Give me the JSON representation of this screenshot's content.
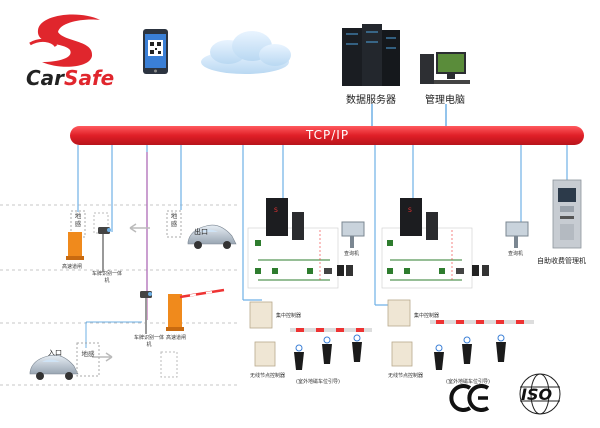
{
  "brand": {
    "name_prefix": "Car",
    "name_suffix": "Safe"
  },
  "network": {
    "bus_label": "TCP/IP"
  },
  "top_nodes": {
    "server": "数据服务器",
    "pc": "管理电脑"
  },
  "exit_lane": {
    "sensor_left": "地感",
    "sensor_right": "地感",
    "exit_label": "出口",
    "barrier_label": "高速道闸",
    "camera_label": "车牌识别一体机"
  },
  "entry_lane": {
    "entry_label": "入口",
    "sensor_label": "地感",
    "camera_label": "车牌识别一体机",
    "barrier_label": "高速道闸"
  },
  "group_left": {
    "terminal_label": "查询机",
    "controller_label": "集中控制器",
    "wireless_label": "无线节点控制器",
    "caption": "(室外地磁车位引导)"
  },
  "group_right": {
    "terminal_label": "查询机",
    "controller_label": "集中控制器",
    "wireless_label": "无线节点控制器",
    "caption": "(室外地磁车位引导)"
  },
  "kiosk": {
    "label": "自助收费管理机"
  },
  "certifications": {
    "ce": "CE",
    "iso": "ISO"
  },
  "colors": {
    "bus": "#e8282e",
    "barrier": "#f08a1c",
    "link": "#6fb1e6",
    "brand": "#e0262d"
  }
}
